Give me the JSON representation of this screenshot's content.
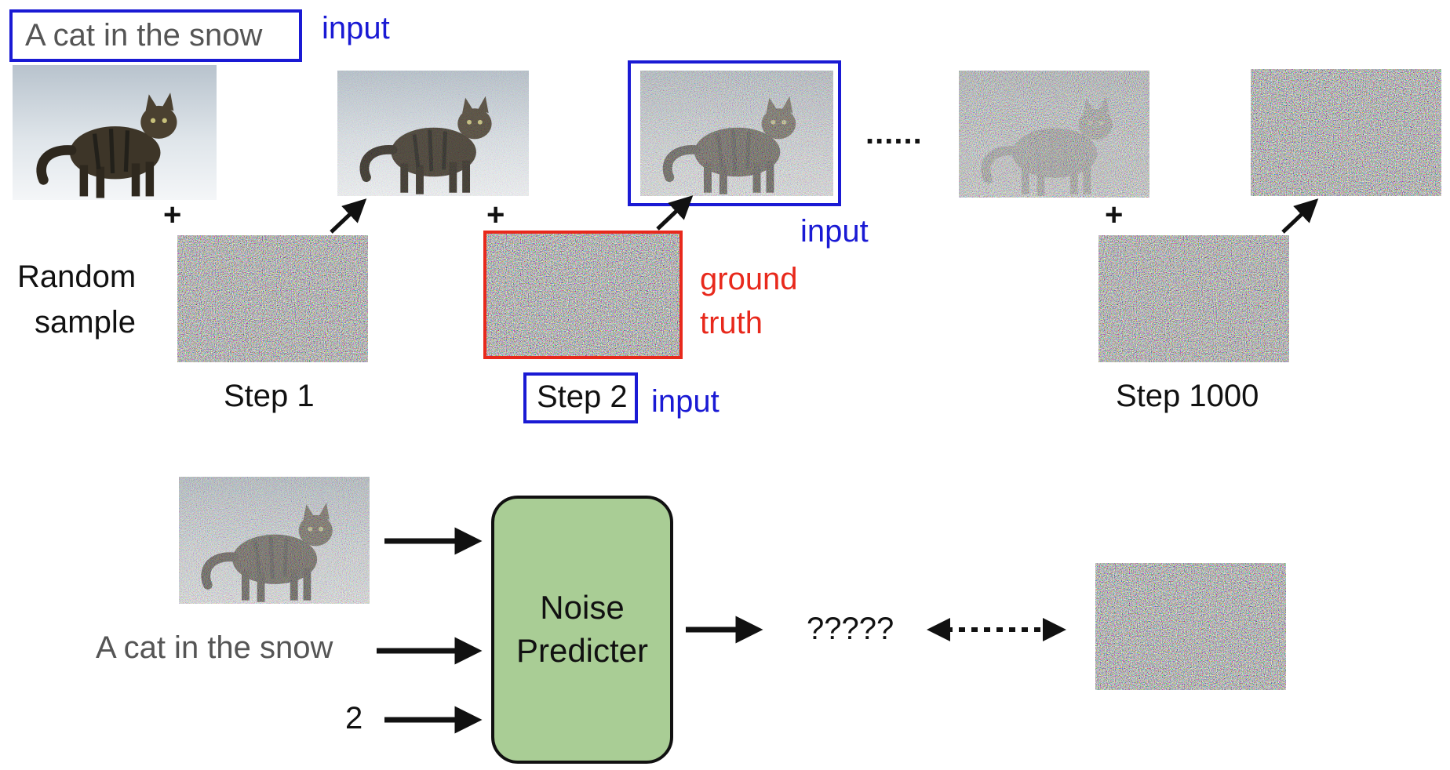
{
  "top": {
    "prompt_text": "A cat in the snow",
    "input_label_top": "input",
    "random_sample_line1": "Random",
    "random_sample_line2": "sample",
    "step1_label": "Step 1",
    "step2_label": "Step 2",
    "step2_input_label": "input",
    "noisy_image_input_label": "input",
    "ground_truth_line1": "ground",
    "ground_truth_line2": "truth",
    "ellipsis": "......",
    "step1000_label": "Step 1000",
    "plus_sign": "+"
  },
  "bottom": {
    "text_input": "A cat in the snow",
    "step_number_input": "2",
    "predictor_line1": "Noise",
    "predictor_line2": "Predicter",
    "output_placeholder": "?????"
  },
  "colors": {
    "input_blue": "#1a1ad4",
    "ground_truth_red": "#e8291c",
    "predictor_green": "#a9cd95"
  }
}
